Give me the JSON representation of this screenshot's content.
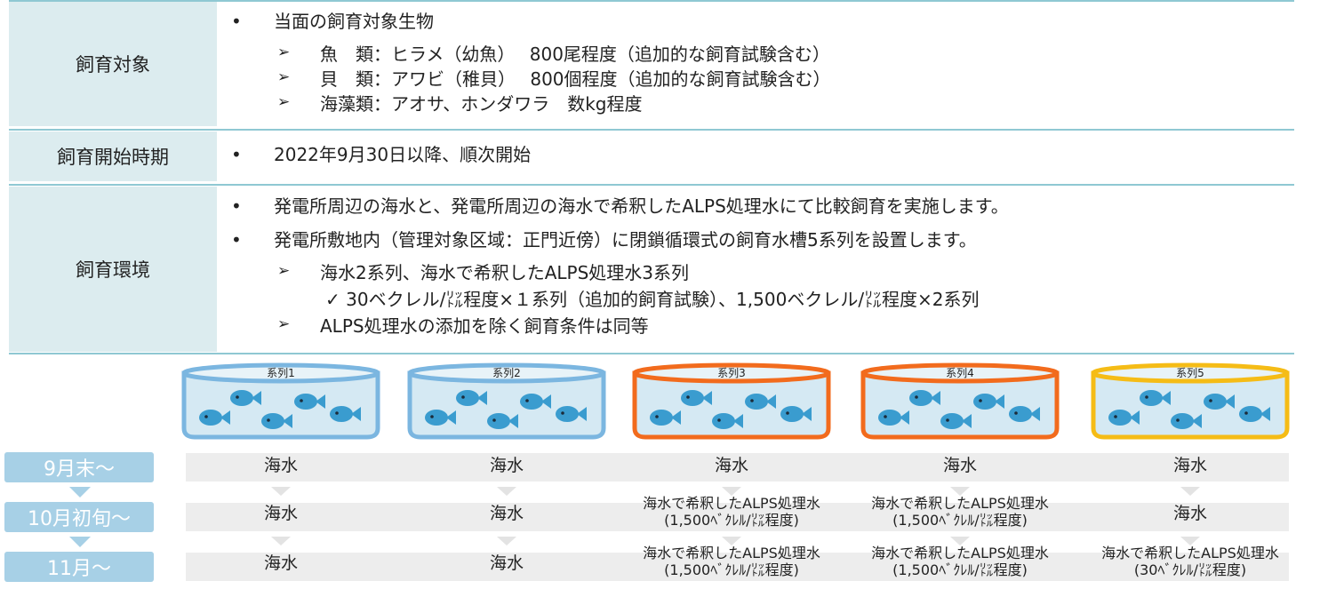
{
  "rows": {
    "target_label": "飼育対象",
    "start_label": "飼育開始時期",
    "env_label": "飼育環境"
  },
  "target": {
    "bullet": "当面の飼育対象生物",
    "items": [
      "魚　類：ヒラメ（幼魚）　 800尾程度（追加的な飼育試験含む）",
      "貝　類：アワビ（稚貝）　 800個程度（追加的な飼育試験含む）",
      "海藻類：アオサ、ホンダワラ　数kg程度"
    ]
  },
  "start": {
    "bullet": "2022年9月30日以降、順次開始"
  },
  "env": {
    "bullet1": "発電所周辺の海水と、発電所周辺の海水で希釈したALPS処理水にて比較飼育を実施します。",
    "bullet2": "発電所敷地内（管理対象区域：正門近傍）に閉鎖循環式の飼育水槽5系列を設置します。",
    "sub1": "海水2系列、海水で希釈したALPS処理水3系列",
    "check": "✓ 30ベクレル/㍑程度×１系列（追加的飼育試験）、1,500ベクレル/㍑程度×2系列",
    "sub2": "ALPS処理水の添加を除く飼育条件は同等"
  },
  "tanks": [
    {
      "label": "系列1",
      "color": "#7bb6e0"
    },
    {
      "label": "系列2",
      "color": "#7bb6e0"
    },
    {
      "label": "系列3",
      "color": "#f26b1d"
    },
    {
      "label": "系列4",
      "color": "#f26b1d"
    },
    {
      "label": "系列5",
      "color": "#f5bc16"
    }
  ],
  "periods": [
    "9月末～",
    "10月初旬～",
    "11月～"
  ],
  "schedule": {
    "p1": [
      "海水",
      "海水",
      "海水",
      "海水",
      "海水"
    ],
    "p2": [
      "海水",
      "海水",
      "海水で希釈したALPS処理水",
      "海水で希釈したALPS処理水",
      "海水"
    ],
    "p2_sub": [
      "",
      "",
      "(1,500ﾍﾞｸﾚﾙ/㍑程度)",
      "(1,500ﾍﾞｸﾚﾙ/㍑程度)",
      ""
    ],
    "p3": [
      "海水",
      "海水",
      "海水で希釈したALPS処理水",
      "海水で希釈したALPS処理水",
      "海水で希釈したALPS処理水"
    ],
    "p3_sub": [
      "",
      "",
      "(1,500ﾍﾞｸﾚﾙ/㍑程度)",
      "(1,500ﾍﾞｸﾚﾙ/㍑程度)",
      "(30ﾍﾞｸﾚﾙ/㍑程度)"
    ]
  }
}
